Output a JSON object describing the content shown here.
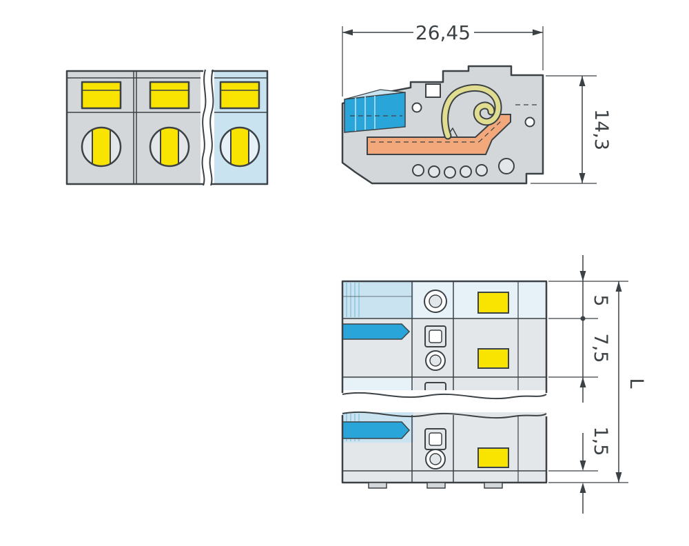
{
  "dimensions": {
    "overall_width": "26,45",
    "overall_height": "14,3",
    "first_pole_offset": "5",
    "pole_pitch": "7,5",
    "end_offset": "1,5",
    "total_length": "L"
  },
  "colors": {
    "line": "#3b4144",
    "body": "#d3d7d9",
    "lgray": "#e4e7e9",
    "yellow": "#f9e300",
    "blue": "#2aa5da",
    "lblue": "#c9e3f1",
    "pblue": "#e6f1f8",
    "orange": "#f3a87c",
    "spring": "#e0dd90",
    "bg": "#ffffff"
  }
}
